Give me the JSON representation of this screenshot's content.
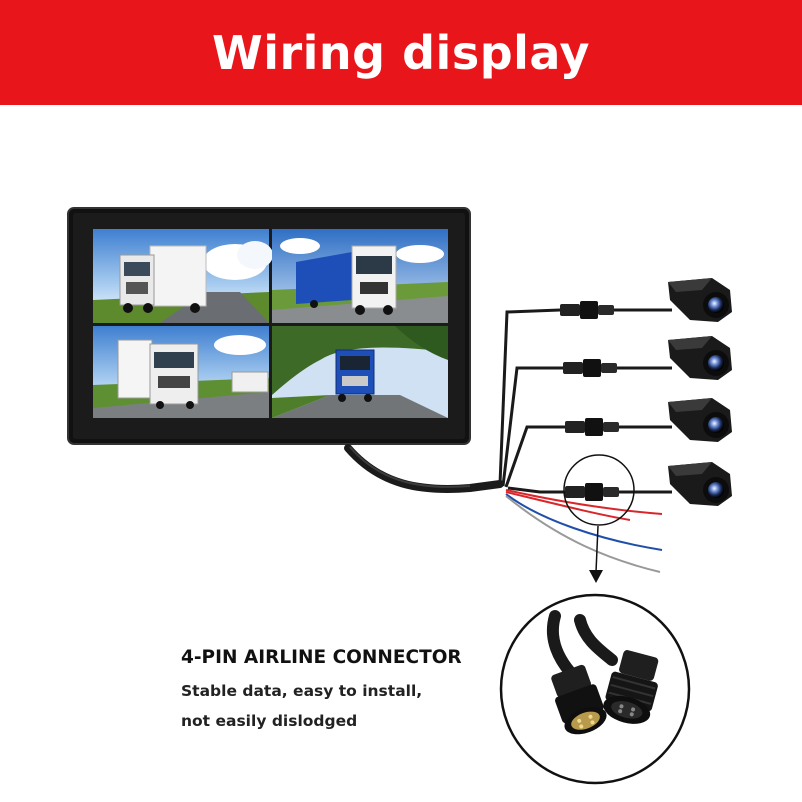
{
  "header": {
    "title": "Wiring display",
    "color": "#e8161b"
  },
  "monitor": {
    "screens": [
      {
        "label": "white-truck-road-clouds"
      },
      {
        "label": "blue-truck-highway"
      },
      {
        "label": "white-truck-highway"
      },
      {
        "label": "blue-truck-forest-road"
      }
    ]
  },
  "cameras": {
    "count": 4
  },
  "wires": {
    "colors": [
      "#d9262b",
      "#1f4fa8",
      "#888888",
      "#111111"
    ]
  },
  "connector": {
    "heading": "4-PIN AIRLINE CONNECTOR",
    "line1": "Stable data, easy to install,",
    "line2": "not easily dislodged"
  }
}
